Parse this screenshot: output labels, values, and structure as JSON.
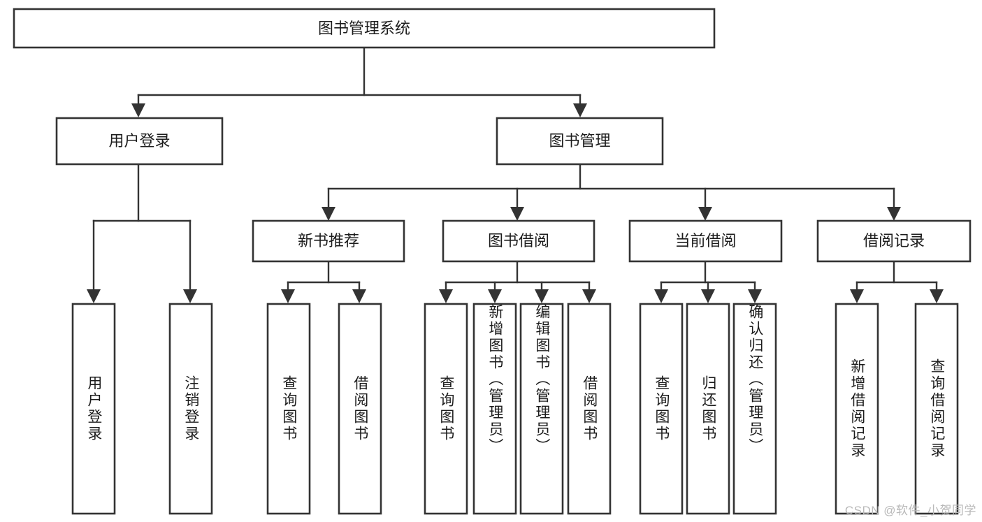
{
  "diagram": {
    "type": "tree",
    "title": "图书管理系统",
    "root": {
      "label": "图书管理系统"
    },
    "level1": [
      {
        "label": "用户登录"
      },
      {
        "label": "图书管理"
      }
    ],
    "level2": [
      {
        "label": "新书推荐"
      },
      {
        "label": "图书借阅"
      },
      {
        "label": "当前借阅"
      },
      {
        "label": "借阅记录"
      }
    ],
    "leaves": {
      "user_login": [
        {
          "label": "用户登录"
        },
        {
          "label": "注销登录"
        }
      ],
      "new_book_recommend": [
        {
          "label": "查询图书"
        },
        {
          "label": "借阅图书"
        }
      ],
      "book_borrow": [
        {
          "label": "查询图书"
        },
        {
          "label": "新增图书（管理员）"
        },
        {
          "label": "编辑图书（管理员）"
        },
        {
          "label": "借阅图书"
        }
      ],
      "current_borrow": [
        {
          "label": "查询图书"
        },
        {
          "label": "归还图书"
        },
        {
          "label": "确认归还（管理员）"
        }
      ],
      "borrow_record": [
        {
          "label": "新增借阅记录"
        },
        {
          "label": "查询借阅记录"
        }
      ]
    }
  },
  "watermark": {
    "text": "CSDN @软件_小贺同学"
  },
  "colors": {
    "stroke": "#333333",
    "box_fill": "#ffffff",
    "text": "#1c1c1c",
    "watermark": "#b9b9b9",
    "background": "#ffffff"
  }
}
